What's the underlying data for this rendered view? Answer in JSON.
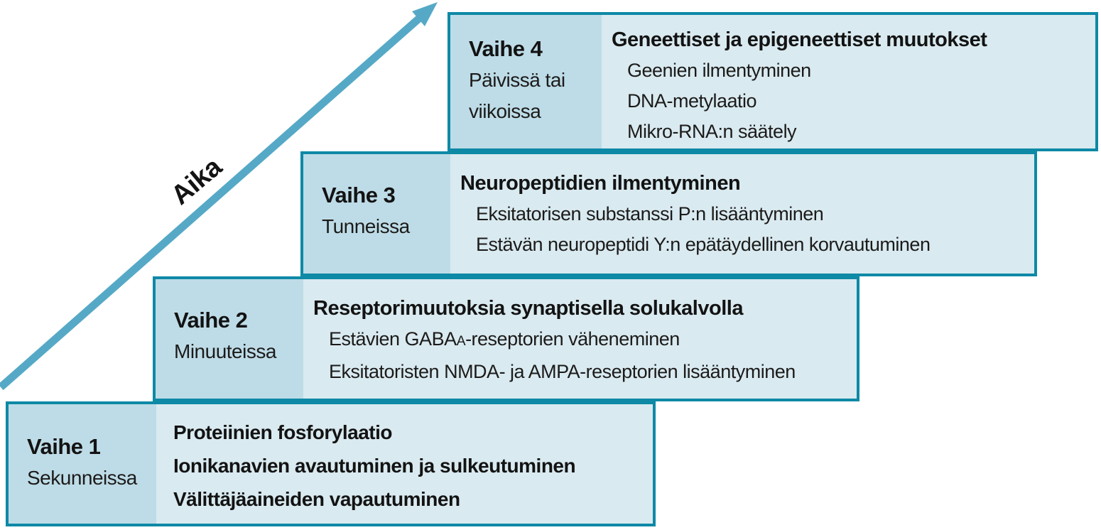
{
  "diagram": {
    "time_axis_label": "Aika",
    "colors": {
      "box_border": "#0e89a6",
      "label_panel_fill": "#bedce7",
      "content_panel_fill": "#d9eaf0",
      "arrow": "#56a9c6",
      "text": "#131313"
    },
    "stages": [
      {
        "stage_label": "Vaihe 1",
        "time_label": "Sekunneissa",
        "lines": [
          "Proteiinien fosforylaatio",
          "Ionikanavien avautuminen ja sulkeutuminen",
          "Välittäjäaineiden vapautuminen"
        ]
      },
      {
        "stage_label": "Vaihe 2",
        "time_label": "Minuuteissa",
        "title": "Reseptorimuutoksia synaptisella solukalvolla",
        "items": [
          {
            "pre": "Estävien GABA",
            "sub": "A",
            "post": "-reseptorien väheneminen"
          },
          {
            "text": "Eksitatoristen NMDA- ja AMPA-reseptorien lisääntyminen"
          }
        ]
      },
      {
        "stage_label": "Vaihe 3",
        "time_label": "Tunneissa",
        "title": "Neuropeptidien ilmentyminen",
        "items": [
          {
            "text": "Eksitatorisen substanssi P:n lisääntyminen"
          },
          {
            "text": "Estävän neuropeptidi Y:n epätäydellinen korvautuminen"
          }
        ]
      },
      {
        "stage_label": "Vaihe 4",
        "time_label": "Päivissä tai viikoissa",
        "title": "Geneettiset ja epigeneettiset muutokset",
        "items": [
          {
            "text": "Geenien ilmentyminen"
          },
          {
            "text": "DNA-metylaatio"
          },
          {
            "text": "Mikro-RNA:n säätely"
          }
        ]
      }
    ]
  }
}
